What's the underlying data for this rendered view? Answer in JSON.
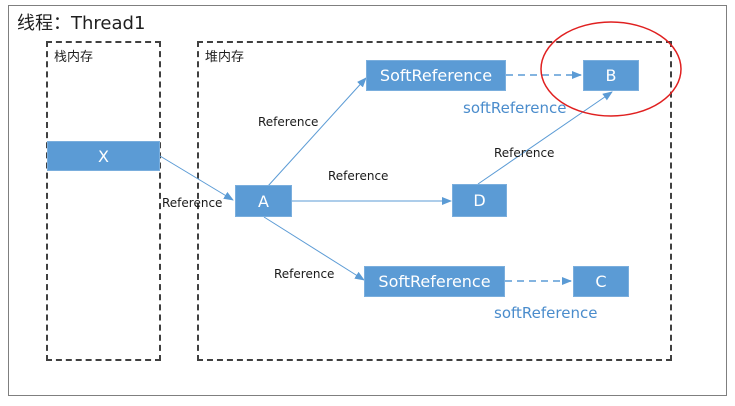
{
  "title": "线程：Thread1",
  "stack": {
    "label": "栈内存"
  },
  "heap": {
    "label": "堆内存"
  },
  "nodes": {
    "x": "X",
    "a": "A",
    "b": "B",
    "c": "C",
    "d": "D",
    "soft_top": "SoftReference",
    "soft_bottom": "SoftReference"
  },
  "edges": {
    "x_a": "Reference",
    "a_soft_top": "Reference",
    "a_d": "Reference",
    "a_soft_bottom": "Reference",
    "d_b": "Reference"
  },
  "soft_labels": {
    "b": "softReference",
    "c": "softReference"
  },
  "colors": {
    "node_fill": "#5b9bd5",
    "arrow": "#5b9bd5",
    "highlight_circle": "#e02020",
    "region_border": "#404040"
  }
}
